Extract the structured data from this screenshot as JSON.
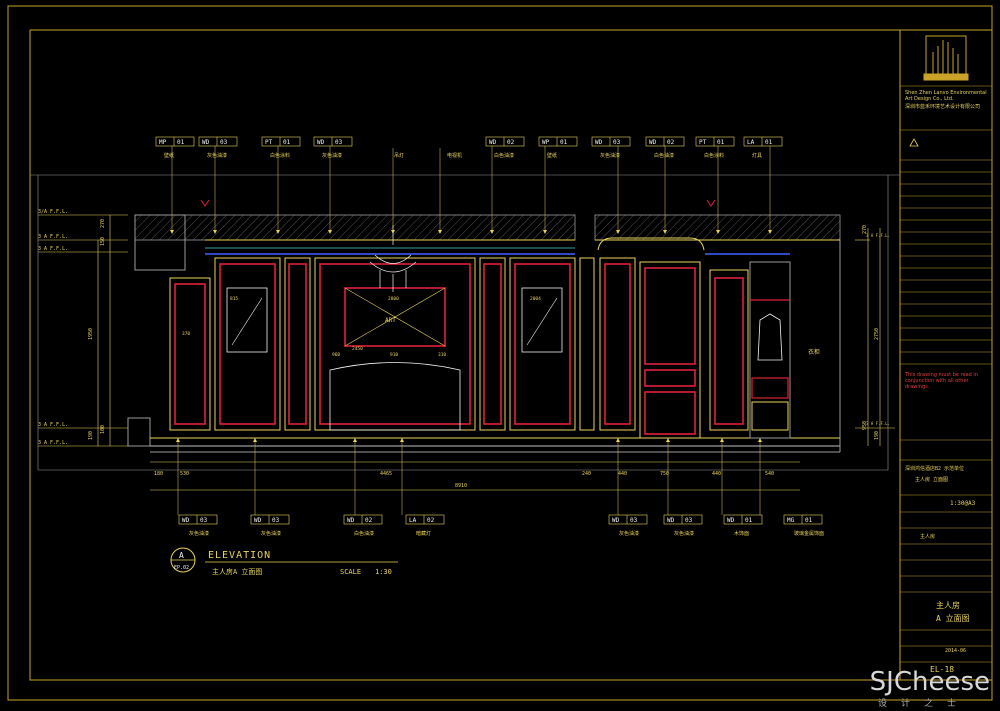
{
  "colors": {
    "frame": "#c9a227",
    "yellow": "#e8d35a",
    "red": "#e0203a",
    "white": "#f2f2f2",
    "cyan": "#3fd6d6",
    "magenta": "#c040c0",
    "gray": "#9a9a9a",
    "blue": "#4060ff"
  },
  "top_tags": [
    {
      "code": "MP",
      "num": "01",
      "note": "壁纸"
    },
    {
      "code": "WD",
      "num": "03",
      "note": "灰色油漆"
    },
    {
      "code": "PT",
      "num": "01",
      "note": "白色涂料"
    },
    {
      "code": "WD",
      "num": "03",
      "note": "灰色油漆"
    },
    {
      "code": "",
      "num": "",
      "note": "吊灯"
    },
    {
      "code": "",
      "num": "",
      "note": "电视机"
    },
    {
      "code": "WD",
      "num": "02",
      "note": "白色油漆"
    },
    {
      "code": "WP",
      "num": "01",
      "note": "壁纸"
    },
    {
      "code": "WD",
      "num": "03",
      "note": "灰色油漆"
    },
    {
      "code": "WD",
      "num": "02",
      "note": "白色油漆"
    },
    {
      "code": "PT",
      "num": "01",
      "note": "白色涂料"
    },
    {
      "code": "LA",
      "num": "01",
      "note": "灯具"
    }
  ],
  "bottom_tags": [
    {
      "code": "WD",
      "num": "03",
      "note": "灰色油漆"
    },
    {
      "code": "WD",
      "num": "03",
      "note": "灰色油漆"
    },
    {
      "code": "WD",
      "num": "02",
      "note": "白色油漆"
    },
    {
      "code": "LA",
      "num": "02",
      "note": "暗藏灯"
    },
    {
      "code": "WD",
      "num": "03",
      "note": "灰色油漆"
    },
    {
      "code": "WD",
      "num": "03",
      "note": "灰色油漆"
    },
    {
      "code": "WD",
      "num": "01",
      "note": "木饰面"
    },
    {
      "code": "MG",
      "num": "01",
      "note": "玻璃金属饰面"
    }
  ],
  "level_labels": [
    "3/A F.F.L.",
    "3 A F.F.L.",
    "3 A F.F.L.",
    "3 A F.F.L.",
    "3 A F.F.L."
  ],
  "right_levels": [
    "3 A F.F.L.",
    "3 A F.F.L."
  ],
  "left_dims": [
    "270",
    "150",
    "1950",
    "100",
    "190"
  ],
  "right_dims": [
    "270",
    "2750",
    "950",
    "190"
  ],
  "mid_dims": [
    "2800",
    "2450",
    "815",
    "370",
    "960",
    "910",
    "310",
    "2004"
  ],
  "bottom_dims": [
    "180",
    "530",
    "4465",
    "240",
    "440",
    "750",
    "440",
    "540"
  ],
  "total_dim": "8910",
  "elevation": {
    "letter": "A",
    "sheet": "EP.02",
    "title": "ELEVATION",
    "subtitle": "主人房A 立面图",
    "scale_label": "SCALE",
    "scale_value": "1:30"
  },
  "annotation": "衣柜",
  "title_block": {
    "company_en": "Shen Zhen Lanvo Environmental Art Design Co., Ltd.",
    "company_cn": "深圳市蓝禾环境艺术设计有限公司",
    "project": "主人房",
    "drawing_title_1": "主人房",
    "drawing_title_2": "A 立面图",
    "scale": "1:30@A3",
    "sheet_no": "EL-18",
    "date": "2014-06",
    "notes": "This drawing must be read in conjunction with all other drawings.",
    "side_note_1": "深圳鸿信酒店B2 示范单位",
    "side_note_2": "主人房 立面图"
  },
  "watermark": {
    "main": "SJCheese",
    "sub": "设计之士"
  }
}
